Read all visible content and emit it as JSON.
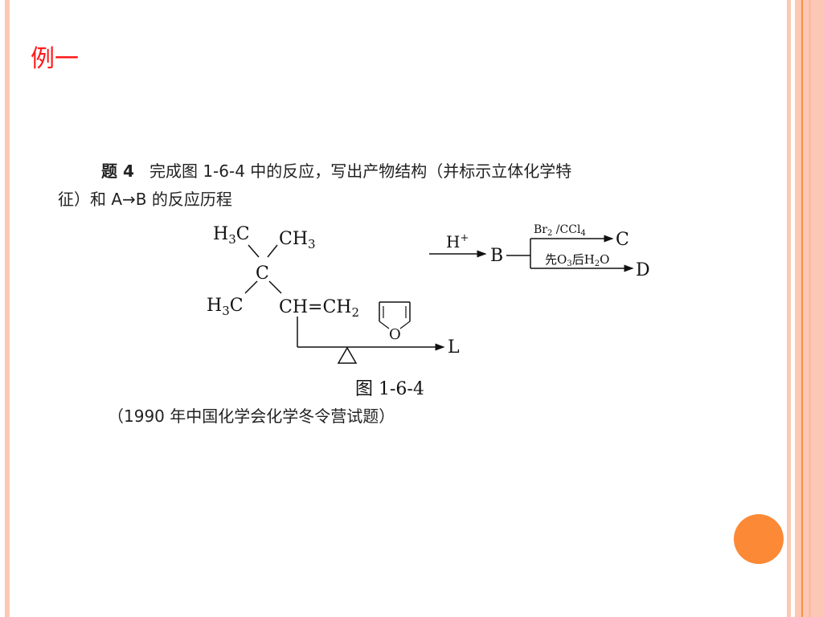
{
  "slide": {
    "title": "例一",
    "accent_colors": {
      "title": "#ff1a1a",
      "stripe": "#fcc8b5",
      "stripe_line": "#f8923f",
      "dot": "#fc8935"
    }
  },
  "problem": {
    "number_label": "题 4",
    "line1": "完成图 1-6-4 中的反应，写出产物结构（并标示立体化学特",
    "line2": "征）和 A→B 的反应历程"
  },
  "diagram": {
    "reactant": {
      "top_left": "H3C",
      "top_right": "CH3",
      "center": "C",
      "bottom_left": "H3C",
      "bottom_right": "CH=CH2"
    },
    "reaction_AB": {
      "reagent": "H+",
      "product": "B"
    },
    "branch_C": {
      "reagent": "Br2 /CCl4",
      "product": "C"
    },
    "branch_D": {
      "reagent": "先O3后H2O",
      "product": "D"
    },
    "reaction_L": {
      "reagent": "furan",
      "ring_atom": "O",
      "condition": "Δ",
      "product": "L"
    },
    "caption": "图 1-6-4"
  },
  "source": "（1990 年中国化学会化学冬令营试题）"
}
